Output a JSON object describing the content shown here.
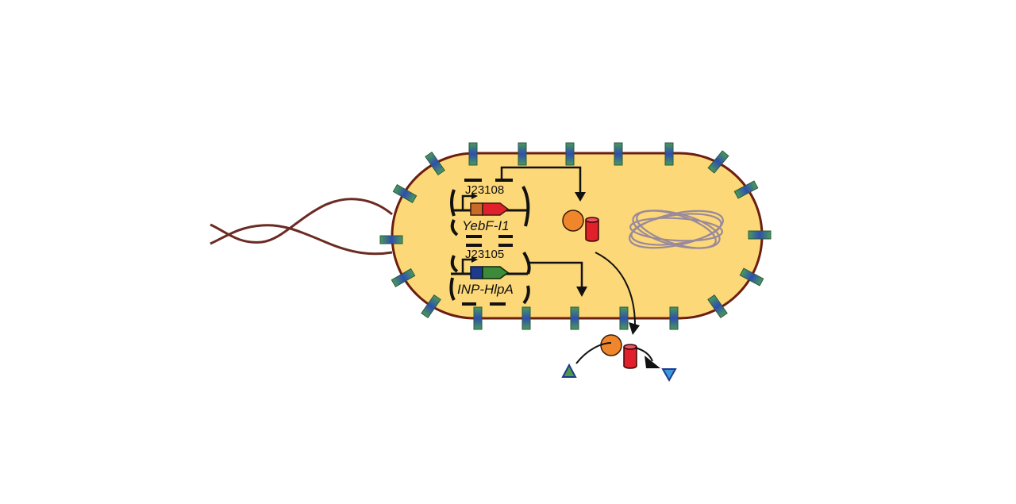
{
  "diagram": {
    "title": "",
    "colors": {
      "cell_fill": "#fcd878",
      "cell_border": "#6b1e12",
      "flagellum": "#6b2a22",
      "protein_top": "#2f4eb0",
      "protein_end": "#4a9a5a",
      "nucleoid": "#9a8a9a",
      "enzyme_ball": "#f0862c",
      "enzyme_cyl": "#e0202a",
      "yebf_tag": "#c76a2a",
      "yebf_body": "#e0202a",
      "inp_tag": "#1f3a8a",
      "inp_body": "#3d8a3a",
      "substrate": "#4a9a4a",
      "product": "#3a9ae0"
    },
    "constructs": [
      {
        "promoter": "J23108",
        "gene": "YebF-I1"
      },
      {
        "promoter": "J23105",
        "gene": "INP-HlpA"
      }
    ],
    "components": {
      "cell": "E. coli cell",
      "flagellum": "flagellum",
      "nucleoid": "chromosome",
      "secreted_enzyme": "intracellular enzyme",
      "displayed_enzyme": "surface enzyme",
      "substrate": "substrate triangle",
      "product": "product triangle"
    }
  }
}
